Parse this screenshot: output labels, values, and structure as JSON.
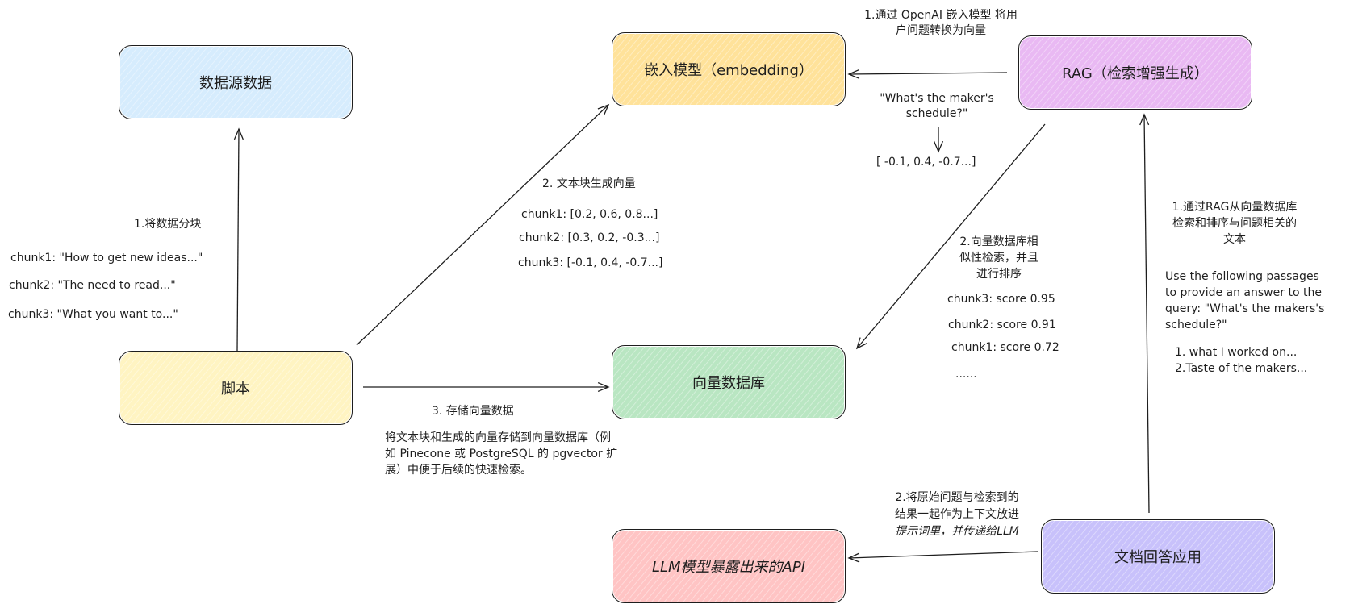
{
  "nodes": {
    "datasource": {
      "label": "数据源数据",
      "fill": "#d6ecfd"
    },
    "script": {
      "label": "脚本",
      "fill": "#fff4c2"
    },
    "embedding": {
      "label": "嵌入模型（embedding）",
      "fill": "#ffe29a"
    },
    "vectordb": {
      "label": "向量数据库",
      "fill": "#b9e6c2"
    },
    "rag": {
      "label": "RAG（检索增强生成）",
      "fill": "#e9b9f3"
    },
    "llm_api": {
      "label": "LLM模型暴露出来的API",
      "fill": "#ffc4c4"
    },
    "doc_app": {
      "label": "文档回答应用",
      "fill": "#c8c1fb"
    }
  },
  "left_chunks": {
    "title": "1.将数据分块",
    "lines": [
      "chunk1: \"How to get new ideas...\"",
      "chunk2: \"The need to read...\"",
      "chunk3: \"What you want to...\""
    ]
  },
  "vectorize": {
    "title": "2. 文本块生成向量",
    "lines": [
      "chunk1: [0.2, 0.6, 0.8...]",
      "chunk2: [0.3, 0.2, -0.3...]",
      "chunk3: [-0.1, 0.4, -0.7...]"
    ]
  },
  "store": {
    "title": "3. 存储向量数据",
    "description": "将文本块和生成的向量存储到向量数据库（例如 Pinecone 或 PostgreSQL 的 pgvector 扩展）中便于后续的快速检索。"
  },
  "embed_query": {
    "title_line1": "1.通过 OpenAI 嵌入模型 将用",
    "title_line2": "户问题转换为向量",
    "query_line1": "\"What's the maker's",
    "query_line2": "schedule?\"",
    "vector": "[ -0.1, 0.4, -0.7...]"
  },
  "similarity": {
    "title_line1": "2.向量数据库相",
    "title_line2": "似性检索，并且",
    "title_line3": "进行排序",
    "scores": [
      "chunk3: score 0.95",
      "chunk2: score 0.91",
      "chunk1: score 0.72"
    ],
    "ellipsis": "......"
  },
  "rag_retrieve": {
    "line1": "1.通过RAG从向量数据库",
    "line2": "检索和排序与问题相关的",
    "line3": "文本"
  },
  "prompt": {
    "line1": "Use the following passages",
    "line2": "to provide an answer to the",
    "line3": "query: \"What's the makers's",
    "line4": "schedule?\"",
    "item1": "1. what I worked on...",
    "item2": "2.Taste of the makers..."
  },
  "pass_llm": {
    "line1": "2.将原始问题与检索到的",
    "line2": "结果一起作为上下文放进",
    "line3": "提示词里，并传递给LLM"
  },
  "colors": {
    "stroke": "#1e1e1e",
    "background": "#ffffff"
  }
}
